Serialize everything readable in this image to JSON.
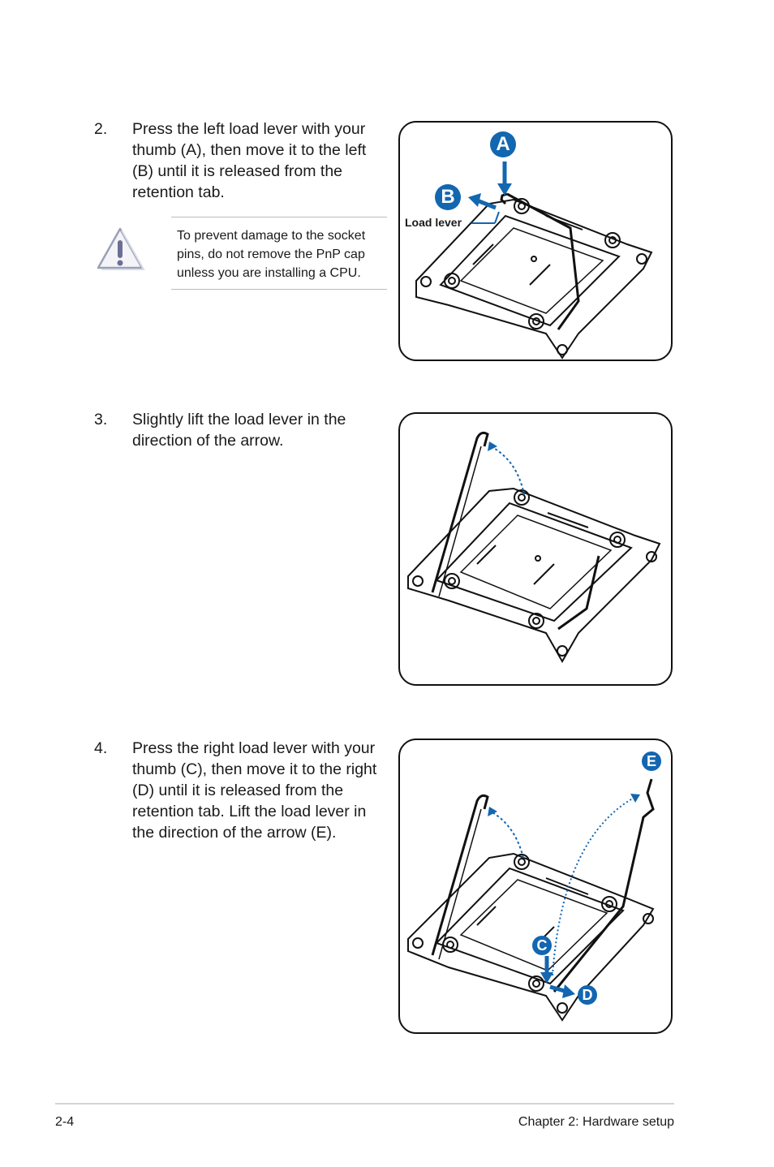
{
  "steps": [
    {
      "number": "2.",
      "text": "Press the left load lever with your\nthumb (A), then move it to the left\n(B) until it is released from the\nretention tab."
    },
    {
      "number": "3.",
      "text": "Slightly lift the load lever in the\ndirection of the arrow."
    },
    {
      "number": "4.",
      "text": "Press the right load lever with your\nthumb (C), then move it to the right\n(D) until it is released from the\nretention tab. Lift the load lever in\nthe direction of the arrow (E)."
    }
  ],
  "caution": {
    "icon": "warning-triangle-icon",
    "text": "To prevent damage to the socket pins, do not remove the PnP cap unless you are installing a CPU."
  },
  "figures": {
    "fig1": {
      "label_load_lever": "Load lever",
      "badge_a": "A",
      "badge_b": "B"
    },
    "fig3": {
      "badge_c": "C",
      "badge_d": "D",
      "badge_e": "E"
    }
  },
  "footer": {
    "page": "2-4",
    "chapter": "Chapter 2:  Hardware setup"
  },
  "colors": {
    "accent": "#1366b0",
    "line": "#111111"
  }
}
